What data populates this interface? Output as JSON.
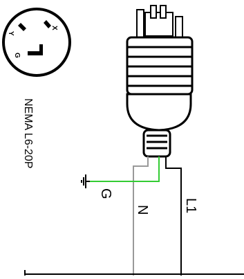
{
  "diagram": {
    "title": "NEMA L6-20P",
    "face_labels": {
      "x": "X",
      "y": "Y",
      "g": "G"
    },
    "wire_labels": {
      "g": "G",
      "n": "N",
      "l1": "L1"
    },
    "colors": {
      "ink": "#000000",
      "ground_wire": "#33cc33",
      "neutral_wire": "#999999",
      "line_wire": "#000000",
      "background": "#ffffff"
    },
    "icons": [
      "ground-symbol-icon"
    ]
  }
}
